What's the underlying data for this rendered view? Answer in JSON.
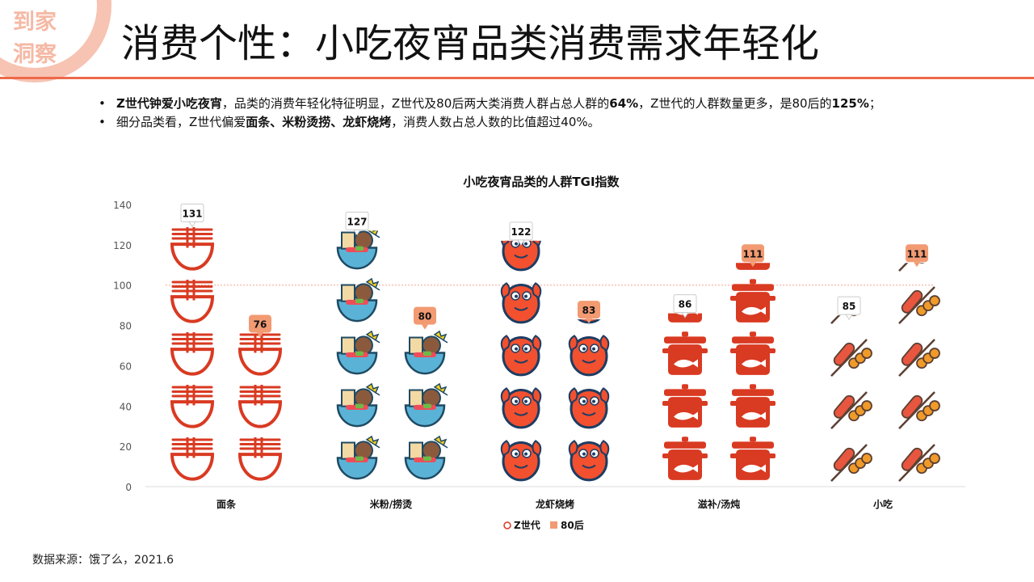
{
  "badge": {
    "line1": "到家",
    "line2": "洞察"
  },
  "title": "消费个性：小吃夜宵品类消费需求年轻化",
  "bullets": [
    [
      {
        "text": "Z世代钟爱小吃夜宵",
        "bold": true
      },
      {
        "text": "，品类的消费年轻化特征明显，Z世代及80后两大类消费人群占总人群的",
        "bold": false
      },
      {
        "text": "64%",
        "bold": true
      },
      {
        "text": "，Z世代的人群数量更多，是80后的",
        "bold": false
      },
      {
        "text": "125%",
        "bold": true
      },
      {
        "text": "；",
        "bold": false
      }
    ],
    [
      {
        "text": "细分品类看，Z世代偏爱",
        "bold": false
      },
      {
        "text": "面条、米粉烫捞、龙虾烧烤",
        "bold": true
      },
      {
        "text": "，消费人数占总人数的比值超过40%。",
        "bold": false
      }
    ]
  ],
  "source": "数据来源：饿了么，2021.6",
  "colors": {
    "accent": "#ed6a4a",
    "z_gen": "#d93a22",
    "gen80": "#f29a72",
    "badge_text": "#f5b9a5"
  },
  "chart_data": {
    "type": "bar",
    "style": "pictograph",
    "title": "小吃夜宵品类的人群TGI指数",
    "xlabel": "",
    "ylabel": "",
    "ylim": [
      0,
      140
    ],
    "yticks": [
      0,
      20,
      40,
      60,
      80,
      100,
      120,
      140
    ],
    "categories": [
      "面条",
      "米粉/捞烫",
      "龙虾烧烤",
      "滋补/汤炖",
      "小吃"
    ],
    "icons": [
      "noodle-bowl-icon",
      "hotpot-bowl-icon",
      "crayfish-icon",
      "cooking-pot-icon",
      "skewer-icon"
    ],
    "series": [
      {
        "name": "Z世代",
        "values": [
          131,
          127,
          122,
          86,
          85
        ]
      },
      {
        "name": "80后",
        "values": [
          76,
          80,
          83,
          111,
          111
        ]
      }
    ],
    "reference_line": 100,
    "grid": false,
    "legend": "bottom"
  }
}
